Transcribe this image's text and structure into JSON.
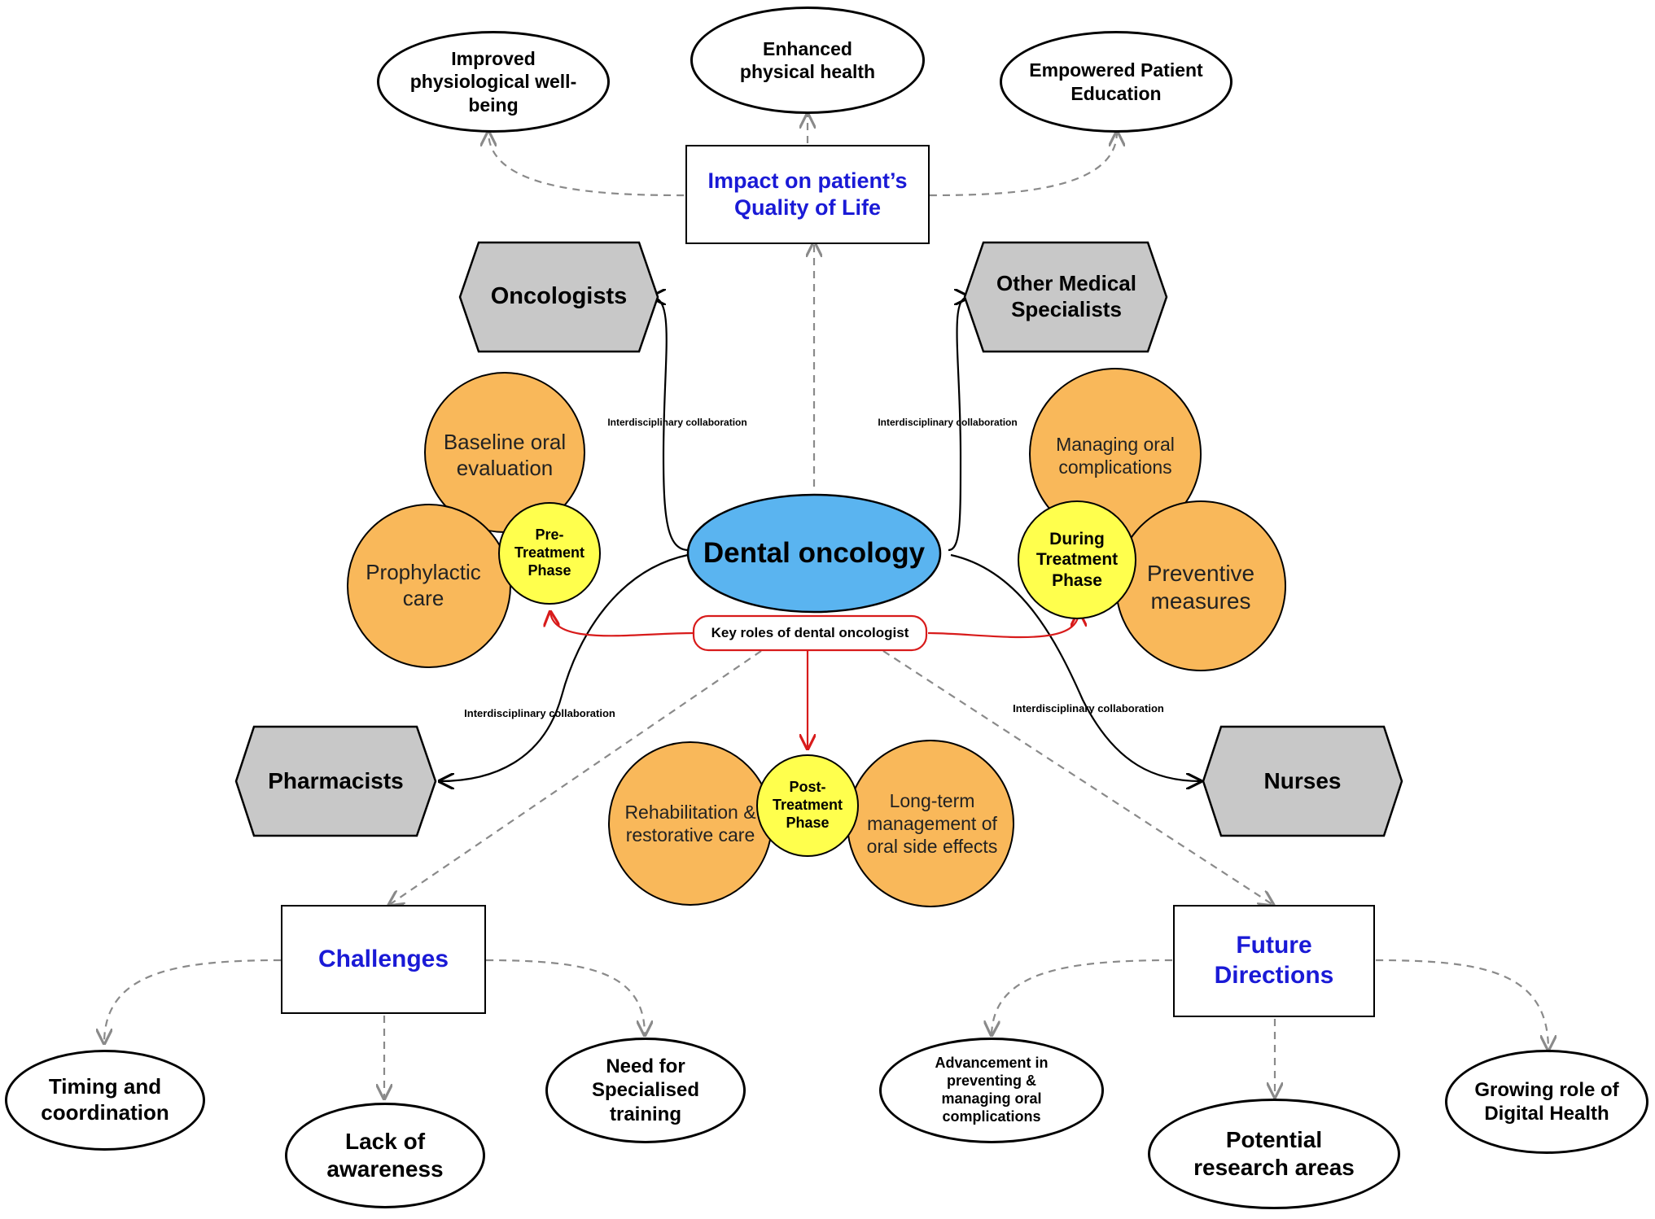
{
  "center": {
    "label": "Dental oncology"
  },
  "key_roles": {
    "label": "Key roles of dental oncologist"
  },
  "impact": {
    "label": "Impact on patient’s Quality of Life",
    "outcomes": [
      "Improved physiological well-being",
      "Enhanced physical health",
      "Empowered Patient Education"
    ]
  },
  "collaborators": {
    "oncologists": "Oncologists",
    "other_specialists": "Other Medical Specialists",
    "pharmacists": "Pharmacists",
    "nurses": "Nurses",
    "edge_label": "Interdisciplinary collaboration"
  },
  "phases": {
    "pre": {
      "label": "Pre-Treatment Phase",
      "items": [
        "Baseline oral evaluation",
        "Prophylactic care"
      ]
    },
    "during": {
      "label": "During Treatment Phase",
      "items": [
        "Managing oral complications",
        "Preventive measures"
      ]
    },
    "post": {
      "label": "Post-Treatment Phase",
      "items": [
        "Rehabilitation & restorative care",
        "Long-term management of oral side effects"
      ]
    }
  },
  "challenges": {
    "label": "Challenges",
    "items": [
      "Timing and coordination",
      "Lack of awareness",
      "Need for Specialised training"
    ]
  },
  "future": {
    "label": "Future Directions",
    "items": [
      "Advancement in preventing & managing oral complications",
      "Potential research areas",
      "Growing role of Digital Health"
    ]
  },
  "colors": {
    "center_fill": "#5ab4f0",
    "orange_fill": "#f9b85a",
    "yellow_fill": "#ffff4d",
    "hex_fill": "#c8c8c8",
    "box_text": "#1a1ad6",
    "red_arrow": "#d81b1b",
    "dashed_arrow": "#8a8a8a"
  }
}
